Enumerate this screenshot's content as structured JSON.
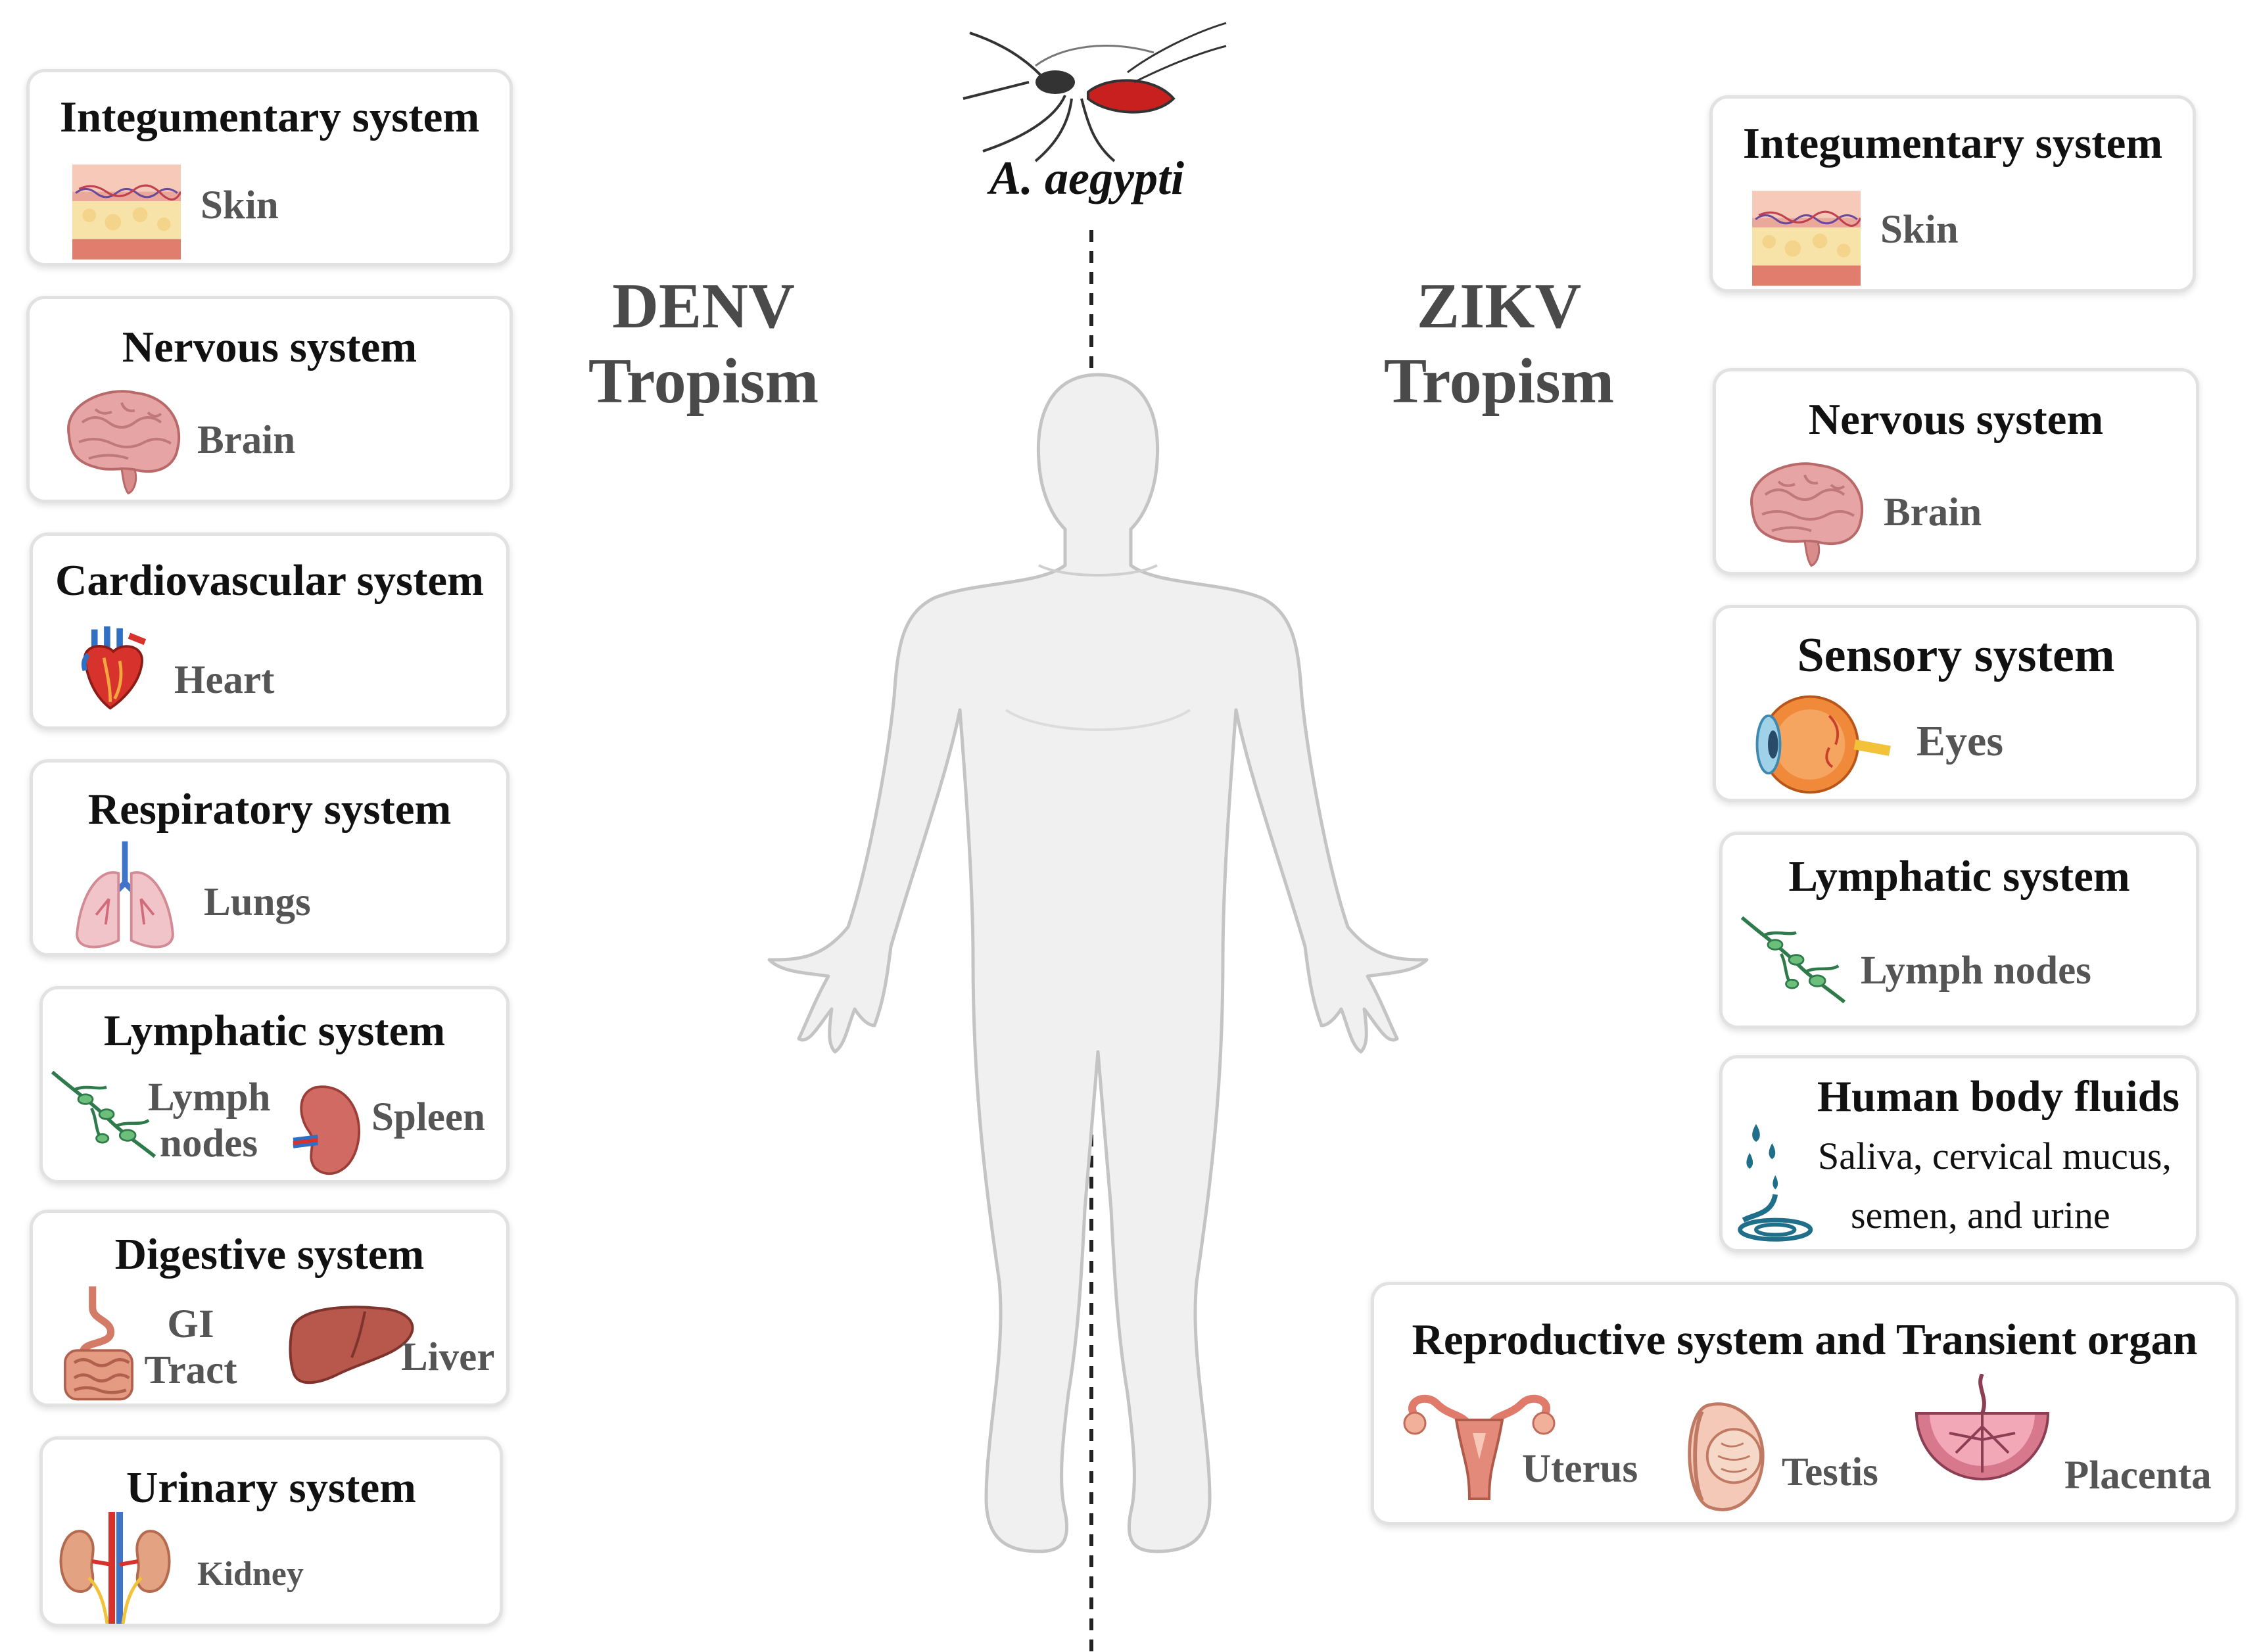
{
  "title": {
    "mosquito": "A. aegypti",
    "denv_line1": "DENV",
    "denv_line2": "Tropism",
    "zikv_line1": "ZIKV",
    "zikv_line2": "Tropism"
  },
  "denv": {
    "integumentary": {
      "title": "Integumentary system",
      "organ": "Skin"
    },
    "nervous": {
      "title": "Nervous system",
      "organ": "Brain"
    },
    "cardiovascular": {
      "title": "Cardiovascular system",
      "organ": "Heart"
    },
    "respiratory": {
      "title": "Respiratory system",
      "organ": "Lungs"
    },
    "lymphatic": {
      "title": "Lymphatic system",
      "organ1_line1": "Lymph",
      "organ1_line2": "nodes",
      "organ2": "Spleen"
    },
    "digestive": {
      "title": "Digestive system",
      "organ1_line1": "GI",
      "organ1_line2": "Tract",
      "organ2": "Liver"
    },
    "urinary": {
      "title": "Urinary system",
      "organ": "Kidney"
    }
  },
  "zikv": {
    "integumentary": {
      "title": "Integumentary system",
      "organ": "Skin"
    },
    "nervous": {
      "title": "Nervous system",
      "organ": "Brain"
    },
    "sensory": {
      "title": "Sensory system",
      "organ": "Eyes"
    },
    "lymphatic": {
      "title": "Lymphatic system",
      "organ": "Lymph nodes"
    },
    "fluids": {
      "title": "Human body fluids",
      "line1": "Saliva, cervical mucus,",
      "line2": "semen, and urine"
    },
    "reproductive": {
      "title": "Reproductive system and Transient organ",
      "organ1": "Uterus",
      "organ2": "Testis",
      "organ3": "Placenta"
    }
  }
}
